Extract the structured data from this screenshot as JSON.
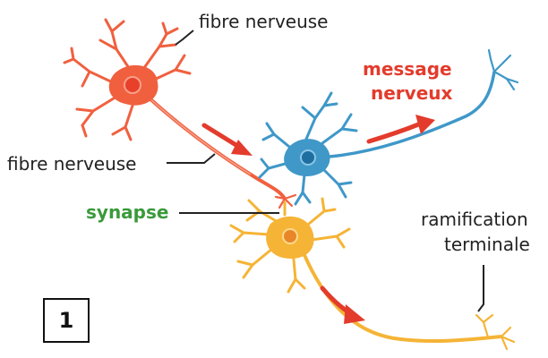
{
  "labels": {
    "fibre_top": "fibre nerveuse",
    "fibre_left": "fibre nerveuse",
    "message_line1": "message",
    "message_line2": "nerveux",
    "synapse": "synapse",
    "ramification_line1": "ramification",
    "ramification_line2": "terminale"
  },
  "figure_number": "1",
  "colors": {
    "red_neuron": "#f0603f",
    "red_neuron_light": "#f6a089",
    "red_nucleus": "#e8402a",
    "blue_neuron": "#3f98c8",
    "blue_nucleus": "#1f6ea0",
    "orange_neuron": "#f5b436",
    "orange_nucleus": "#e9862a",
    "arrow": "#e33b2c",
    "message_text": "#e33b2c",
    "synapse_text": "#3a9a3a",
    "label_text": "#222222",
    "leader_line": "#222222"
  }
}
